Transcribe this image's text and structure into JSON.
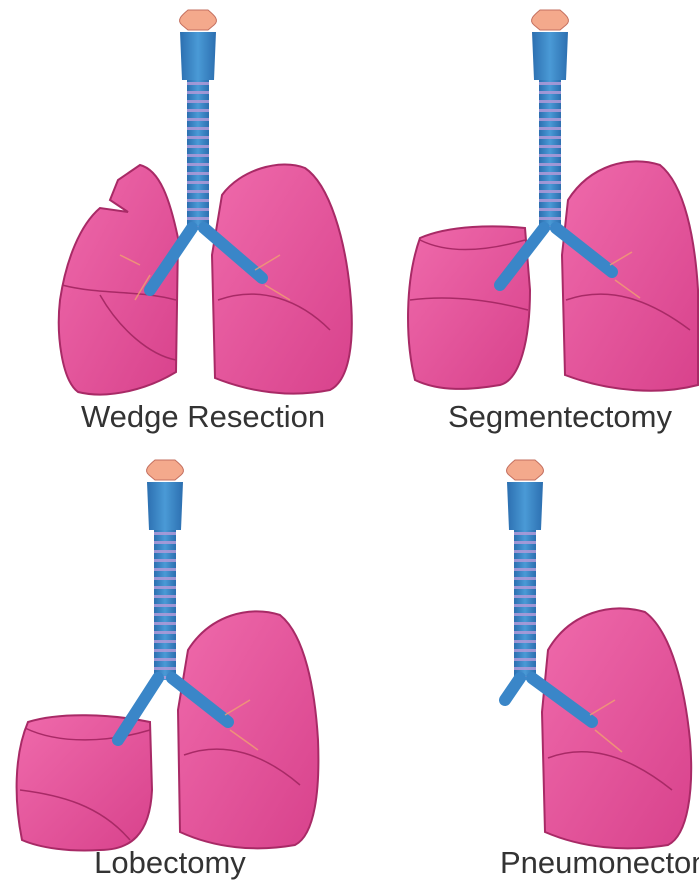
{
  "panels": [
    {
      "id": "wedge",
      "caption": "Wedge Resection"
    },
    {
      "id": "segment",
      "caption": "Segmentectomy"
    },
    {
      "id": "lobe",
      "caption": "Lobectomy"
    },
    {
      "id": "pneumo",
      "caption": "Pneumonectomy"
    }
  ],
  "colors": {
    "lung": "#e8549a",
    "lung_shade": "#c83c80",
    "lung_edge": "#a82a66",
    "trachea": "#3a86c8",
    "trachea_ring": "#9a8fd0",
    "larynx": "#f4a98c",
    "vessel": "#f0a070"
  }
}
